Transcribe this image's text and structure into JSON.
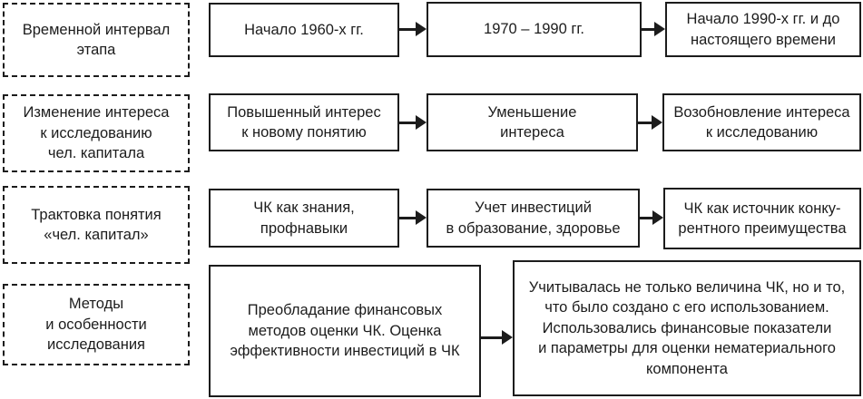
{
  "colors": {
    "ink": "#1c1c1c",
    "background": "#ffffff"
  },
  "diagram": {
    "description": "Stages of human capital research flow diagram",
    "rows": [
      {
        "label": "Временной интервал\nэтапа",
        "boxes": [
          "Начало 1960-х гг.",
          "1970 – 1990 гг.",
          "Начало 1990-х гг. и до\nнастоящего времени"
        ]
      },
      {
        "label": "Изменение интереса\nк исследованию\nчел. капитала",
        "boxes": [
          "Повышенный интерес\nк новому понятию",
          "Уменьшение\nинтереса",
          "Возобновление интереса\nк исследованию"
        ]
      },
      {
        "label": "Трактовка понятия\n«чел. капитал»",
        "boxes": [
          "ЧК как знания,\nпрофнавыки",
          "Учет инвестиций\nв образование, здоровье",
          "ЧК как источник конку-\nрентного преимущества"
        ]
      },
      {
        "label": "Методы\nи особенности\nисследования",
        "boxes": [
          "Преобладание финансовых\nметодов оценки ЧК. Оценка\nэффективности инвестиций в ЧК",
          "Учитывалась не только величина ЧК, но и то,\nчто было создано с его использованием.\nИспользовались финансовые показатели\nи параметры для оценки нематериального\nкомпонента"
        ]
      }
    ]
  }
}
